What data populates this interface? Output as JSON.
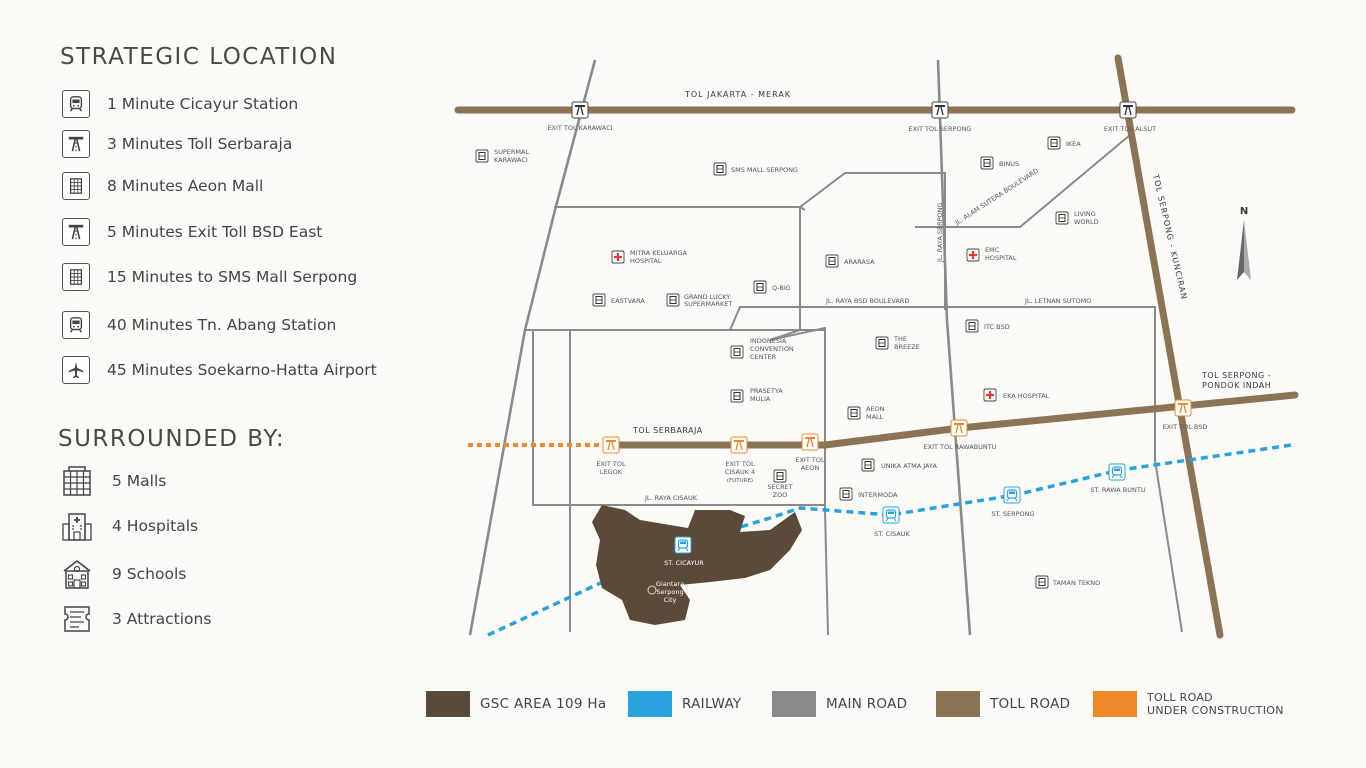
{
  "strategic": {
    "title": "STRATEGIC LOCATION",
    "items": [
      {
        "icon": "train-icon",
        "text": "1 Minute Cicayur Station"
      },
      {
        "icon": "toll-road-icon",
        "text": "3 Minutes Toll Serbaraja"
      },
      {
        "icon": "mall-icon",
        "text": "8 Minutes Aeon Mall"
      },
      {
        "icon": "toll-road-icon",
        "text": "5 Minutes Exit Toll BSD East"
      },
      {
        "icon": "mall-icon",
        "text": "15 Minutes to SMS Mall Serpong"
      },
      {
        "icon": "train-icon",
        "text": "40 Minutes Tn. Abang Station"
      },
      {
        "icon": "airplane-icon",
        "text": "45 Minutes Soekarno-Hatta Airport"
      }
    ]
  },
  "surrounded": {
    "title": "SURROUNDED BY:",
    "items": [
      {
        "icon": "mall-icon",
        "text": "5 Malls"
      },
      {
        "icon": "hospital-icon",
        "text": "4 Hospitals"
      },
      {
        "icon": "school-icon",
        "text": "9 Schools"
      },
      {
        "icon": "attraction-icon",
        "text": "3 Attractions"
      }
    ]
  },
  "map": {
    "roads": {
      "tol_jakarta_merak": "TOL JAKARTA - MERAK",
      "tol_serbaraja": "TOL SERBARAJA",
      "tol_serpong_kunciran": "TOL SERPONG - KUNCIRAN",
      "tol_serpong_pondok_1": "TOL SERPONG -",
      "tol_serpong_pondok_2": "PONDOK INDAH",
      "jl_raya_serpong": "JL. RAYA SERPONG",
      "jl_alam_sutera": "JL. ALAM SUTERA BOULEVARD",
      "jl_raya_bsd": "JL. RAYA BSD BOULEVARD",
      "jl_letnan": "JL. LETNAN SUTOMO",
      "jl_raya_cisauk": "JL. RAYA CISAUK"
    },
    "exits": {
      "karawaci": "EXIT TOL KARAWACI",
      "serpong": "EXIT TOL SERPONG",
      "alsut": "EXIT TOL ALSUT",
      "legok_1": "EXIT TOL",
      "legok_2": "LEGOK",
      "cisauk4_1": "EXIT TOL",
      "cisauk4_2": "CISAUK 4",
      "cisauk4_3": "(FUTURE)",
      "aeon_1": "EXIT TOL",
      "aeon_2": "AEON",
      "rawabuntu": "EXIT TOL RAWABUNTU",
      "bsd": "EXIT TOL BSD"
    },
    "places": {
      "supermal_1": "SUPERMAL",
      "supermal_2": "KARAWACI",
      "sms_mall": "SMS MALL SERPONG",
      "binus": "BINUS",
      "ikea": "IKEA",
      "living_1": "LIVING",
      "living_2": "WORLD",
      "emc_1": "EMC",
      "emc_2": "HOSPITAL",
      "mitra_1": "MITRA KELUARGA",
      "mitra_2": "HOSPITAL",
      "ararasa": "ARARASA",
      "qbig": "Q-BIG",
      "eastvara": "EASTVARA",
      "grand_1": "GRAND LUCKY",
      "grand_2": "SUPERMARKET",
      "itc": "ITC BSD",
      "icc_1": "INDONESIA",
      "icc_2": "CONVENTION",
      "icc_3": "CENTER",
      "breeze_1": "THE",
      "breeze_2": "BREEZE",
      "prasetya_1": "PRASETYA",
      "prasetya_2": "MULIA",
      "eka": "EKA HOSPITAL",
      "aeon_1": "AEON",
      "aeon_2": "MALL",
      "unika": "UNIKA ATMA JAYA",
      "secret_1": "SECRET",
      "secret_2": "ZOO",
      "intermoda": "INTERMODA",
      "taman": "TAMAN TEKNO",
      "gsc_1": "Giantara",
      "gsc_2": "Serpong",
      "gsc_3": "City"
    },
    "stations": {
      "cicayur": "ST. CICAYUR",
      "cisauk": "ST. CISAUK",
      "serpong": "ST. SERPONG",
      "rawabuntu": "ST. RAWA BUNTU"
    },
    "north": "N"
  },
  "legend": [
    {
      "label": "GSC AREA 109 Ha",
      "color": "#5b4a3a"
    },
    {
      "label": "RAILWAY",
      "color": "#29a3e0"
    },
    {
      "label": "MAIN ROAD",
      "color": "#8a8a8a"
    },
    {
      "label": "TOLL ROAD",
      "color": "#8b7355"
    },
    {
      "label": "TOLL ROAD",
      "label2": "UNDER CONSTRUCTION",
      "color": "#ee8a2a"
    }
  ],
  "colors": {
    "gsc": "#5b4a3a",
    "railway": "#29a3e0",
    "main_road": "#8a8a8a",
    "toll_road": "#8b7355",
    "toll_construction": "#ee8a2a"
  }
}
